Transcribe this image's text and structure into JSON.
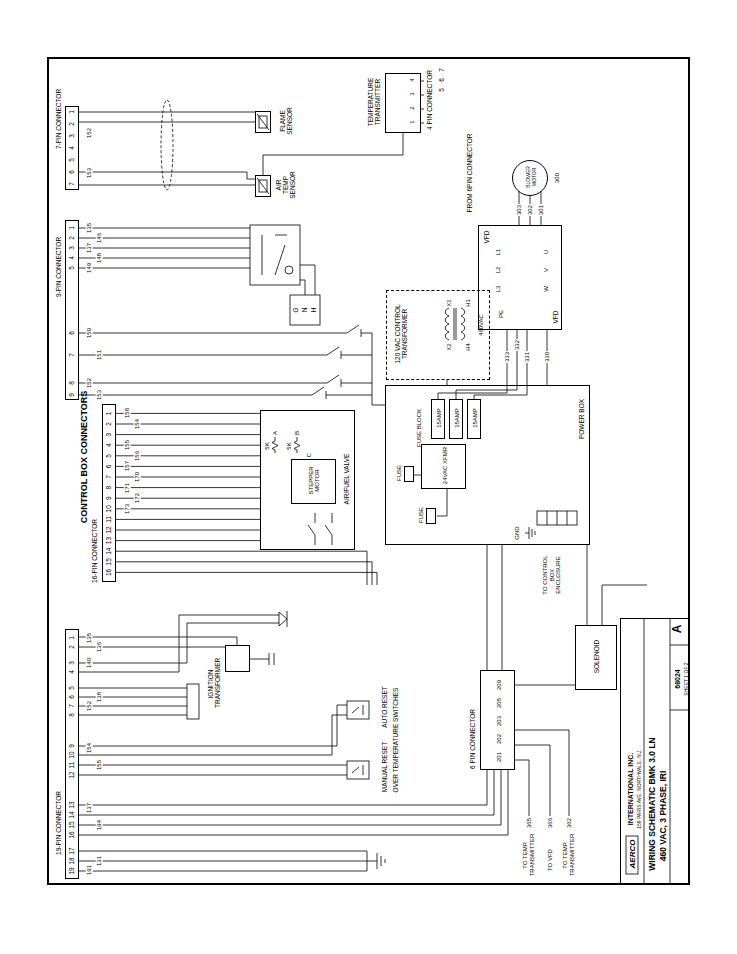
{
  "diagram": {
    "nodes": [
      {
        "text": [
          "7-PIN CONNECTOR"
        ]
      },
      {
        "text": [
          "9-PIN CONNECTOR"
        ]
      },
      {
        "text": [
          "16-PIN CONNECTOR"
        ]
      },
      {
        "text": [
          "19-PIN CONNECTOR"
        ]
      },
      {
        "text": [
          "FLAME SENSOR"
        ]
      },
      {
        "text": [
          "AIR TEMP SENSOR"
        ]
      },
      {
        "text": [
          "TEMPERATURE TRANSMITTER",
          "1",
          "2",
          "3",
          "4"
        ]
      },
      {
        "text": [
          "BLOWER MOTOR"
        ]
      },
      {
        "text": [
          "VFD",
          "L1",
          "L2",
          "L3",
          "U",
          "V",
          "W",
          "PE",
          "VFD"
        ]
      },
      {
        "text": [
          "120 VAC CONTROL TRANSFORMER"
        ]
      },
      {
        "text": [
          "POWER BOX"
        ]
      },
      {
        "text": [
          "15AMP"
        ],
        "in": 10
      },
      {
        "text": [
          "15AMP"
        ],
        "in": 10
      },
      {
        "text": [
          "15AMP"
        ],
        "in": 10
      },
      {
        "text": [
          "24VAC XFMR"
        ],
        "in": 10
      },
      {
        "text": [
          "FUSE"
        ],
        "in": 10
      },
      {
        "text": [
          "FUSE"
        ],
        "in": 10
      },
      {
        "text": [
          "AIR/FUEL VALVE"
        ]
      },
      {
        "text": [
          "STEPPER MOTOR"
        ],
        "in": 17
      },
      {
        "text": [
          "IGNITION TRANSFORMER"
        ]
      },
      {
        "text": [
          "6 PIN CONNECTOR",
          "201",
          "202",
          "203",
          "205",
          "209"
        ]
      },
      {
        "text": [
          "SOLENOID"
        ]
      },
      {
        "text": [
          "AERCO",
          "INTERNATIONAL INC.",
          "159 PARIS AVE. NORTHVALE, N.J.",
          "WIRING SCHEMATIC BMK 3.0 LN",
          "460 VAC, 3 PHASE, IRI",
          "68024",
          "A",
          "SHEET 1 OF 2"
        ]
      }
    ],
    "edges": [
      {
        "from": 0,
        "to": 4,
        "arrow": "none"
      },
      {
        "from": 0,
        "to": 5,
        "arrow": "none"
      },
      {
        "from": 8,
        "to": 7,
        "arrow": "none"
      },
      {
        "from": 10,
        "to": 8,
        "arrow": "none"
      },
      {
        "from": 9,
        "to": 10,
        "arrow": "none"
      },
      {
        "from": 2,
        "to": 17,
        "arrow": "none"
      },
      {
        "from": 3,
        "to": 19,
        "arrow": "none"
      },
      {
        "from": 20,
        "to": 21,
        "arrow": "none"
      },
      {
        "from": 5,
        "to": 6,
        "arrow": "none"
      }
    ],
    "labels": [
      "CONTROL BOX CONNECTORS",
      "7",
      "6",
      "5",
      "4",
      "3",
      "2",
      "1",
      "9",
      "8",
      "7",
      "6",
      "5",
      "4",
      "3",
      "2",
      "1",
      "16",
      "15",
      "14",
      "13",
      "12",
      "11",
      "10",
      "9",
      "8",
      "7",
      "6",
      "5",
      "4",
      "3",
      "2",
      "1",
      "19",
      "18",
      "17",
      "16",
      "15",
      "14",
      "13",
      "12",
      "11",
      "10",
      "9",
      "8",
      "7",
      "6",
      "5",
      "4",
      "3",
      "2",
      "1",
      "152",
      "153",
      "135",
      "146",
      "137",
      "148",
      "149",
      "150",
      "151",
      "152",
      "153",
      "158",
      "154",
      "155",
      "156",
      "157",
      "170",
      "171",
      "172",
      "173",
      "191",
      "131",
      "194",
      "137",
      "155",
      "154",
      "152",
      "138",
      "140",
      "136",
      "135",
      "4 PIN CONNECTOR",
      "5",
      "6",
      "7",
      "FROM 6PIN CONNECTOR",
      "G",
      "N",
      "H",
      "5K",
      "5K",
      "A",
      "B",
      "C",
      "X2",
      "X1",
      "H4",
      "H1",
      "460VAC",
      "FUSE BLOCK",
      "GND",
      "TO CONTROL BOX ENCLOSURE",
      "333",
      "332",
      "331",
      "330",
      "303",
      "302",
      "301",
      "300",
      "MANUAL RESET",
      "AUTO RESET",
      "OVER TEMPERATURE SWITCHES",
      "TO TEMP. TRANSMITTER",
      "TO VFD",
      "TO TEMP. TRANSMITTER",
      "365",
      "366",
      "362"
    ]
  }
}
